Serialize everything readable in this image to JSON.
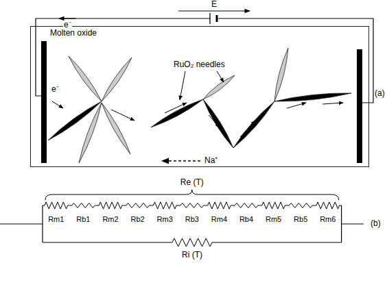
{
  "diagram": {
    "nodes": [
      {
        "text": [
          "Molten oxide"
        ]
      }
    ],
    "labels": [
      "E",
      "e⁻",
      "e⁻",
      "RuO₂ needles",
      "Na⁺",
      "(a)",
      "Re (T)",
      "Rm1",
      "Rb1",
      "Rm2",
      "Rb2",
      "Rm3",
      "Rb3",
      "Rm4",
      "Rb4",
      "Rm5",
      "Rb5",
      "Rm6",
      "Ri (T)",
      "(b)"
    ]
  }
}
